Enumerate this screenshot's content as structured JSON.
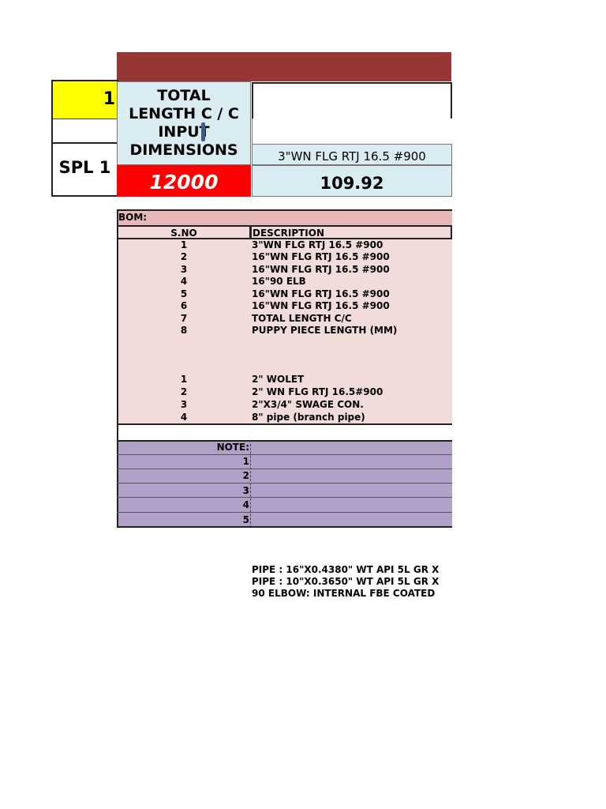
{
  "header": {
    "id_number": "1",
    "spl_label": "SPL 1",
    "total_label": "TOTAL\nLENGTH C / C\nINPUT\nDIMENSIONS",
    "total_value": "12000",
    "flange_label": "3\"WN FLG RTJ 16.5 #900",
    "flange_value": "109.92"
  },
  "bom": {
    "title": "BOM:",
    "col_sno": "S.NO",
    "col_desc": "DESCRIPTION",
    "rows": [
      {
        "sno": "1",
        "desc": "3\"WN FLG RTJ 16.5 #900"
      },
      {
        "sno": "2",
        "desc": "16\"WN FLG RTJ 16.5 #900"
      },
      {
        "sno": "3",
        "desc": "16\"WN FLG RTJ 16.5 #900"
      },
      {
        "sno": "4",
        "desc": "16\"90 ELB"
      },
      {
        "sno": "5",
        "desc": "16\"WN FLG RTJ 16.5 #900"
      },
      {
        "sno": "6",
        "desc": "16\"WN FLG RTJ 16.5 #900"
      },
      {
        "sno": "7",
        "desc": "TOTAL LENGTH C/C"
      },
      {
        "sno": "8",
        "desc": "PUPPY PIECE LENGTH (MM)"
      }
    ],
    "branch_rows": [
      {
        "sno": "1",
        "desc": "2\" WOLET"
      },
      {
        "sno": "2",
        "desc": "2\" WN FLG RTJ 16.5#900"
      },
      {
        "sno": "3",
        "desc": "2\"X3/4\" SWAGE CON."
      },
      {
        "sno": "4",
        "desc": "8\" pipe (branch pipe)"
      }
    ]
  },
  "notes": {
    "label": "NOTE:",
    "numbers": [
      "1",
      "2",
      "3",
      "4",
      "5"
    ]
  },
  "footer": [
    "PIPE : 16\"X0.4380\" WT API 5L GR X",
    "PIPE : 10\"X0.3650\" WT API 5L GR X",
    "90 ELBOW: INTERNAL FBE COATED"
  ],
  "colors": {
    "banner": "#973735",
    "yellow": "#ffff00",
    "red": "#ff0000",
    "light_blue": "#d9ecf2",
    "bom_header": "#e6b9b8",
    "bom_body": "#f2dcdb",
    "notes": "#b1a0c7"
  }
}
